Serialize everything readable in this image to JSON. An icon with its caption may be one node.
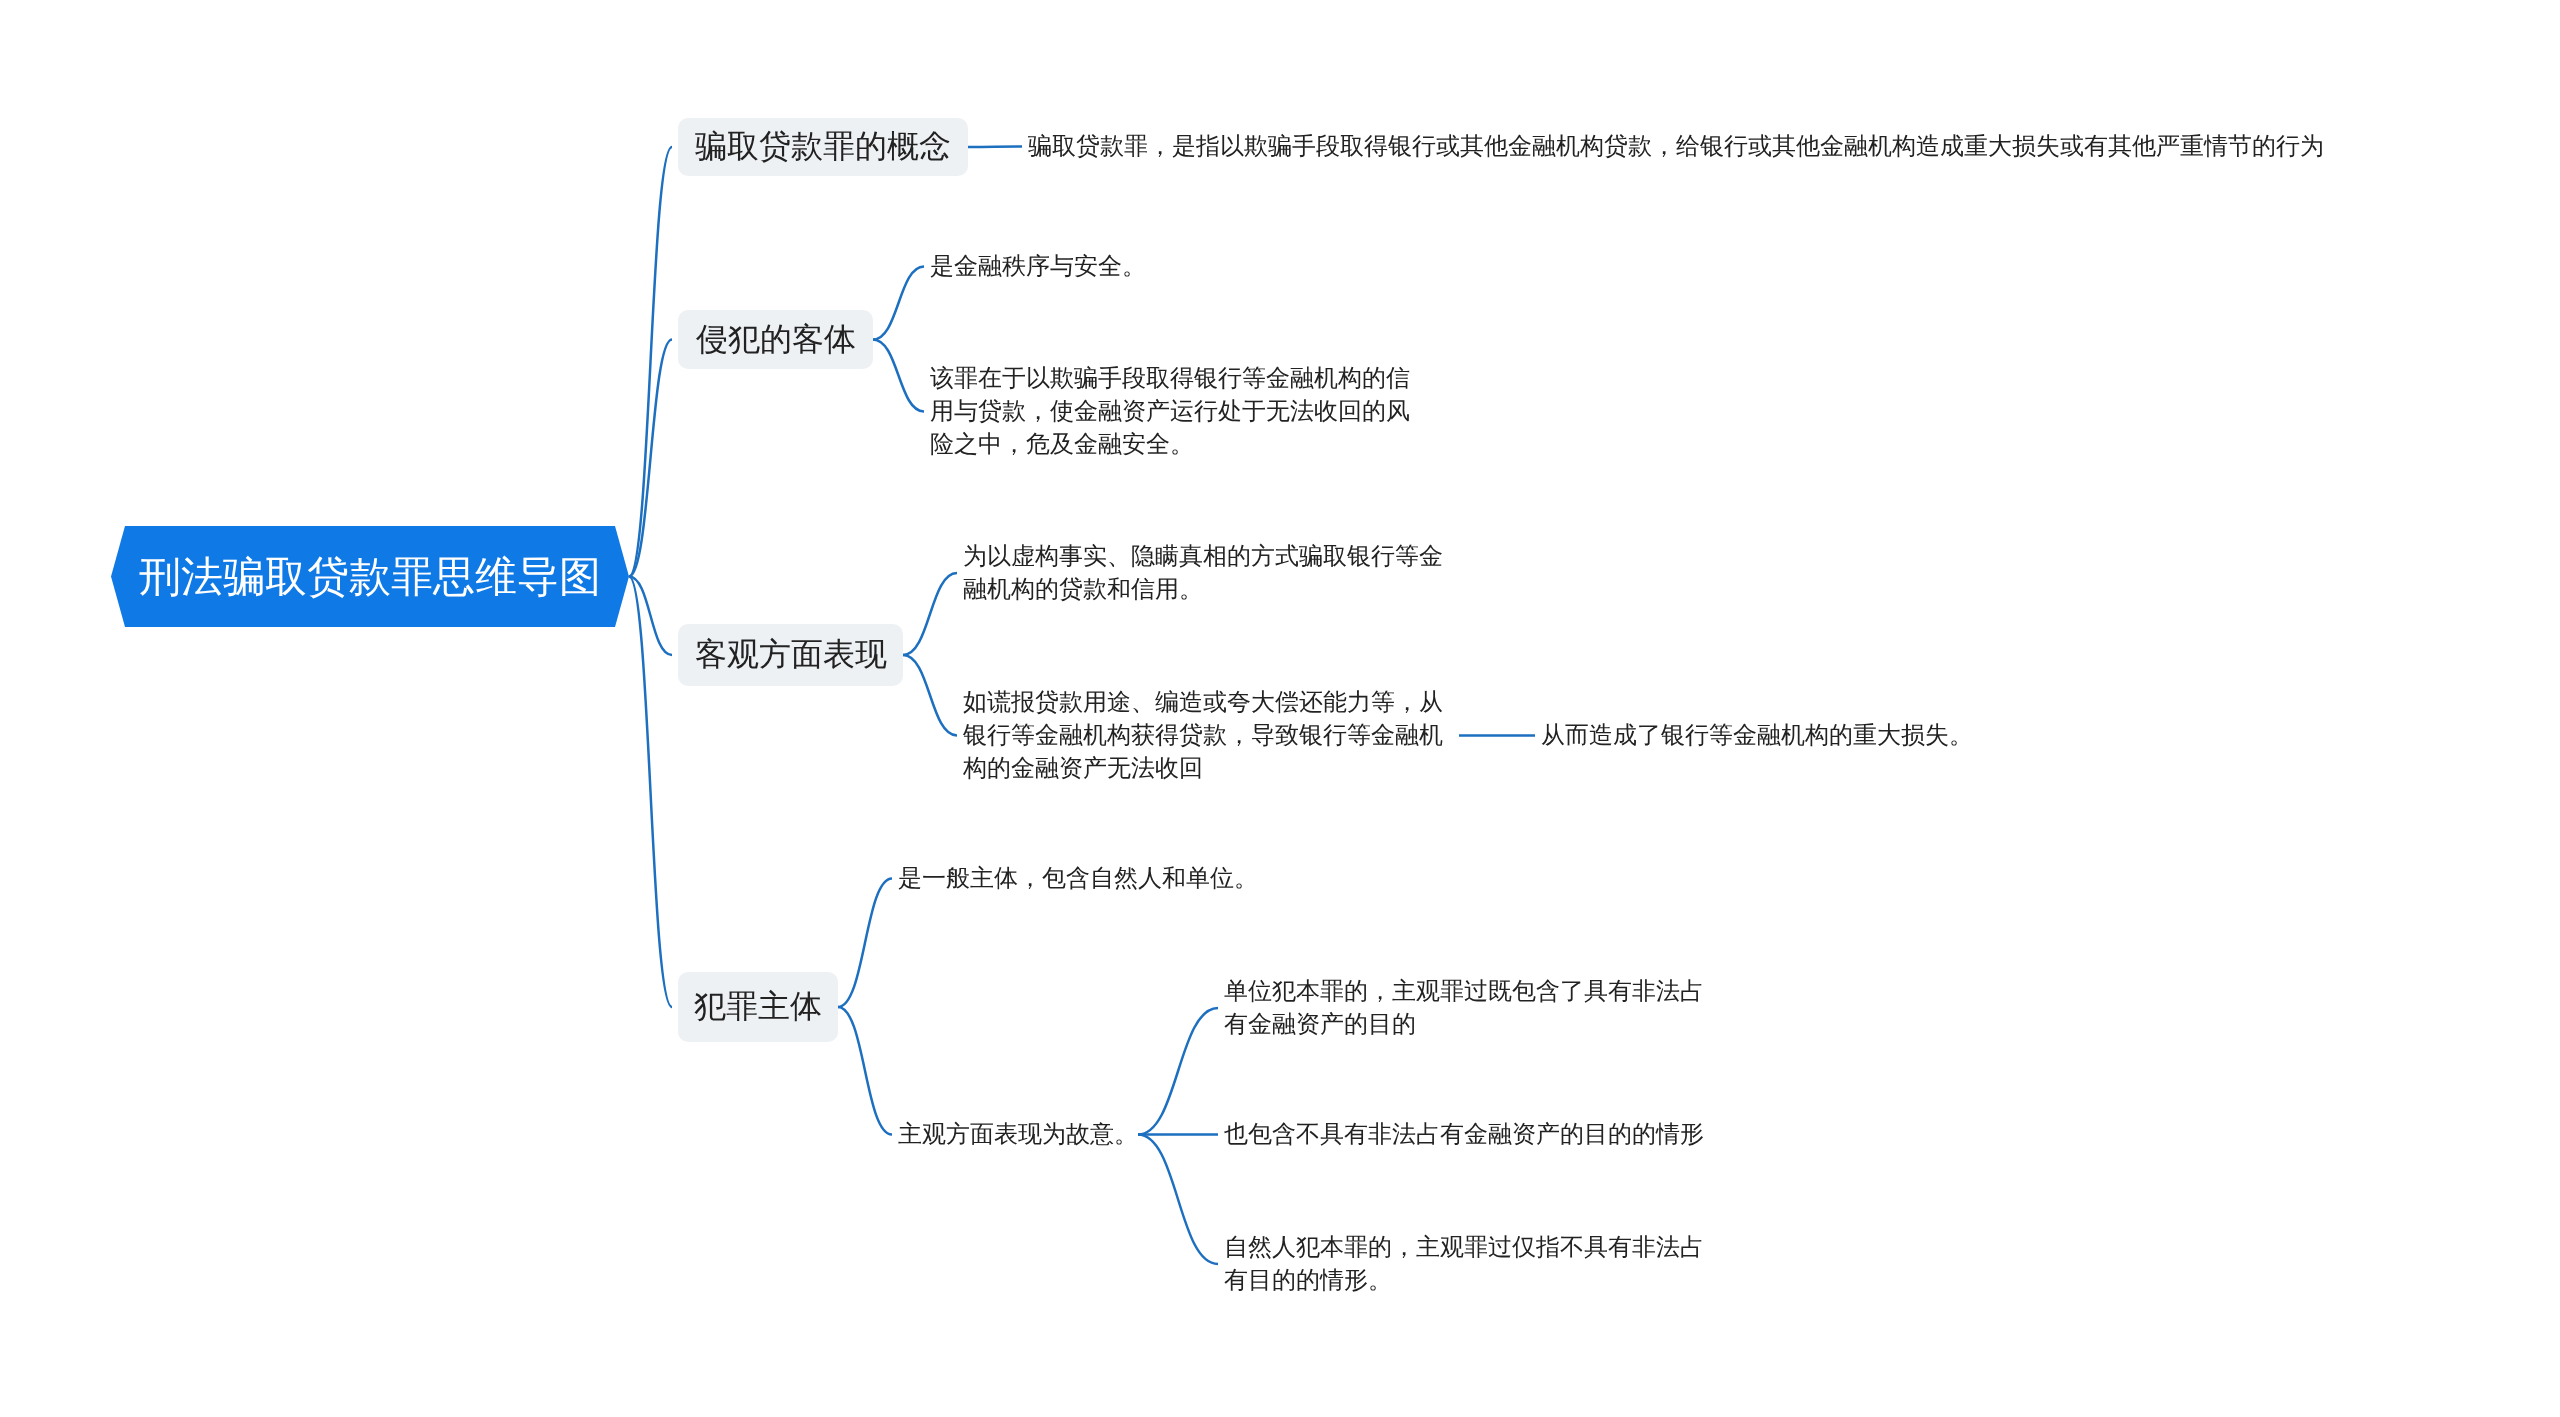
{
  "diagram": {
    "nodes": [
      {
        "text": [
          "刑法骗取贷款罪思维导图"
        ]
      },
      {
        "text": [
          "骗取贷款罪的概念"
        ]
      },
      {
        "text": [
          "骗取贷款罪，是指以欺骗手段取得银行或其他金融机构贷款，给银行或其他金融机构造成重大损失或有其他严重情节的行为"
        ]
      },
      {
        "text": [
          "侵犯的客体"
        ]
      },
      {
        "text": [
          "是金融秩序与安全。"
        ]
      },
      {
        "text": [
          "该罪在于以欺骗手段取得银行等金融机构的信用与贷款，使金融资产运行处于无法收回的风险之中，危及金融安全。"
        ]
      },
      {
        "text": [
          "客观方面表现"
        ]
      },
      {
        "text": [
          "为以虚构事实、隐瞒真相的方式骗取银行等金融机构的贷款和信用。"
        ]
      },
      {
        "text": [
          "如谎报贷款用途、编造或夸大偿还能力等，从银行等金融机构获得贷款，导致银行等金融机构的金融资产无法收回"
        ]
      },
      {
        "text": [
          "从而造成了银行等金融机构的重大损失。"
        ]
      },
      {
        "text": [
          "犯罪主体"
        ]
      },
      {
        "text": [
          "是一般主体，包含自然人和单位。"
        ]
      },
      {
        "text": [
          "主观方面表现为故意。"
        ]
      },
      {
        "text": [
          "单位犯本罪的，主观罪过既包含了具有非法占有金融资产的目的"
        ]
      },
      {
        "text": [
          "也包含不具有非法占有金融资产的目的的情形"
        ]
      },
      {
        "text": [
          "自然人犯本罪的，主观罪过仅指不具有非法占有目的的情形。"
        ]
      }
    ],
    "edges": [
      {
        "from": 0,
        "to": 1,
        "arrow": "none"
      },
      {
        "from": 1,
        "to": 2,
        "arrow": "none"
      },
      {
        "from": 0,
        "to": 3,
        "arrow": "none"
      },
      {
        "from": 3,
        "to": 4,
        "arrow": "none"
      },
      {
        "from": 3,
        "to": 5,
        "arrow": "none"
      },
      {
        "from": 0,
        "to": 6,
        "arrow": "none"
      },
      {
        "from": 6,
        "to": 7,
        "arrow": "none"
      },
      {
        "from": 6,
        "to": 8,
        "arrow": "none"
      },
      {
        "from": 8,
        "to": 9,
        "arrow": "none"
      },
      {
        "from": 0,
        "to": 10,
        "arrow": "none"
      },
      {
        "from": 10,
        "to": 11,
        "arrow": "none"
      },
      {
        "from": 10,
        "to": 12,
        "arrow": "none"
      },
      {
        "from": 12,
        "to": 13,
        "arrow": "none"
      },
      {
        "from": 12,
        "to": 14,
        "arrow": "none"
      },
      {
        "from": 12,
        "to": 15,
        "arrow": "none"
      }
    ]
  }
}
